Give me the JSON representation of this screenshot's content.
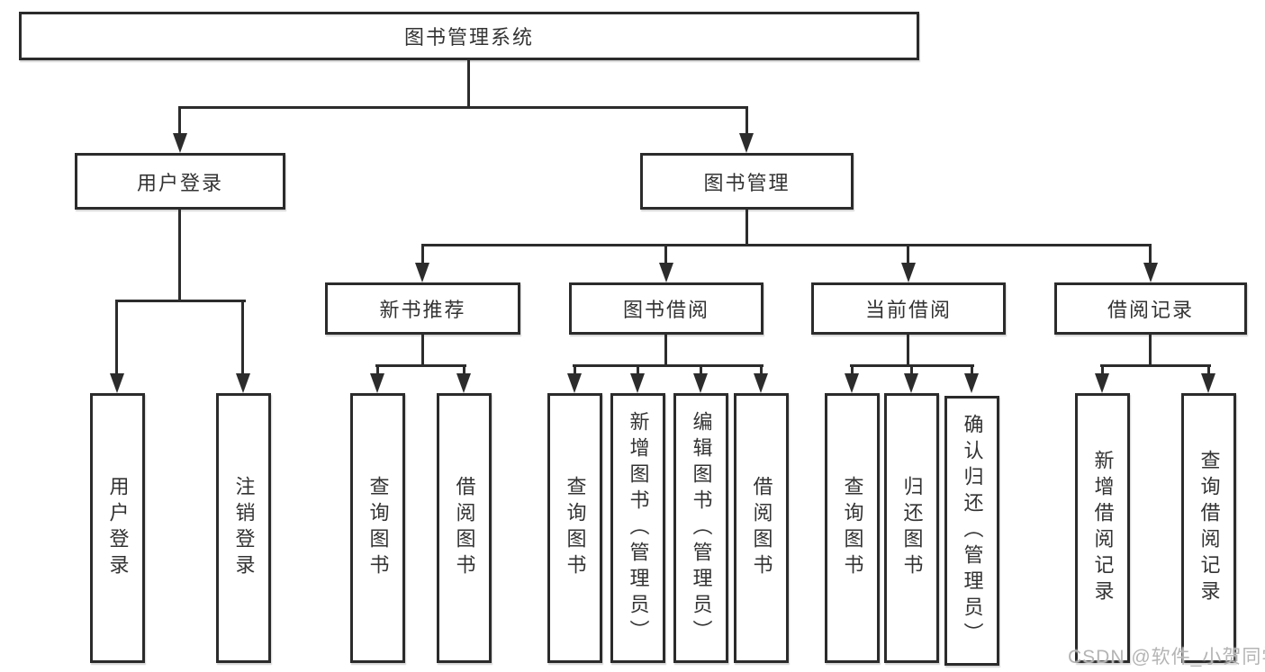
{
  "title": "图书管理系统",
  "tree": {
    "root": {
      "label": "图书管理系统",
      "children": [
        {
          "label": "用户登录",
          "children": [
            {
              "label": "用户登录"
            },
            {
              "label": "注销登录"
            }
          ]
        },
        {
          "label": "图书管理",
          "children": [
            {
              "label": "新书推荐",
              "children": [
                {
                  "label": "查询图书"
                },
                {
                  "label": "借阅图书"
                }
              ]
            },
            {
              "label": "图书借阅",
              "children": [
                {
                  "label": "查询图书"
                },
                {
                  "label": "新增图书（管理员）"
                },
                {
                  "label": "编辑图书（管理员）"
                },
                {
                  "label": "借阅图书"
                }
              ]
            },
            {
              "label": "当前借阅",
              "children": [
                {
                  "label": "查询图书"
                },
                {
                  "label": "归还图书"
                },
                {
                  "label": "确认归还（管理员）"
                }
              ]
            },
            {
              "label": "借阅记录",
              "children": [
                {
                  "label": "新增借阅记录"
                },
                {
                  "label": "查询借阅记录"
                }
              ]
            }
          ]
        }
      ]
    }
  },
  "watermark": {
    "text": "CSDN @软件_小贺同学"
  },
  "colors": {
    "background": "#ffffff",
    "box_border": "#2b2b2b",
    "connector_line": "#2c2c2c",
    "text": "#333333",
    "watermark": "#b4b4b4"
  }
}
